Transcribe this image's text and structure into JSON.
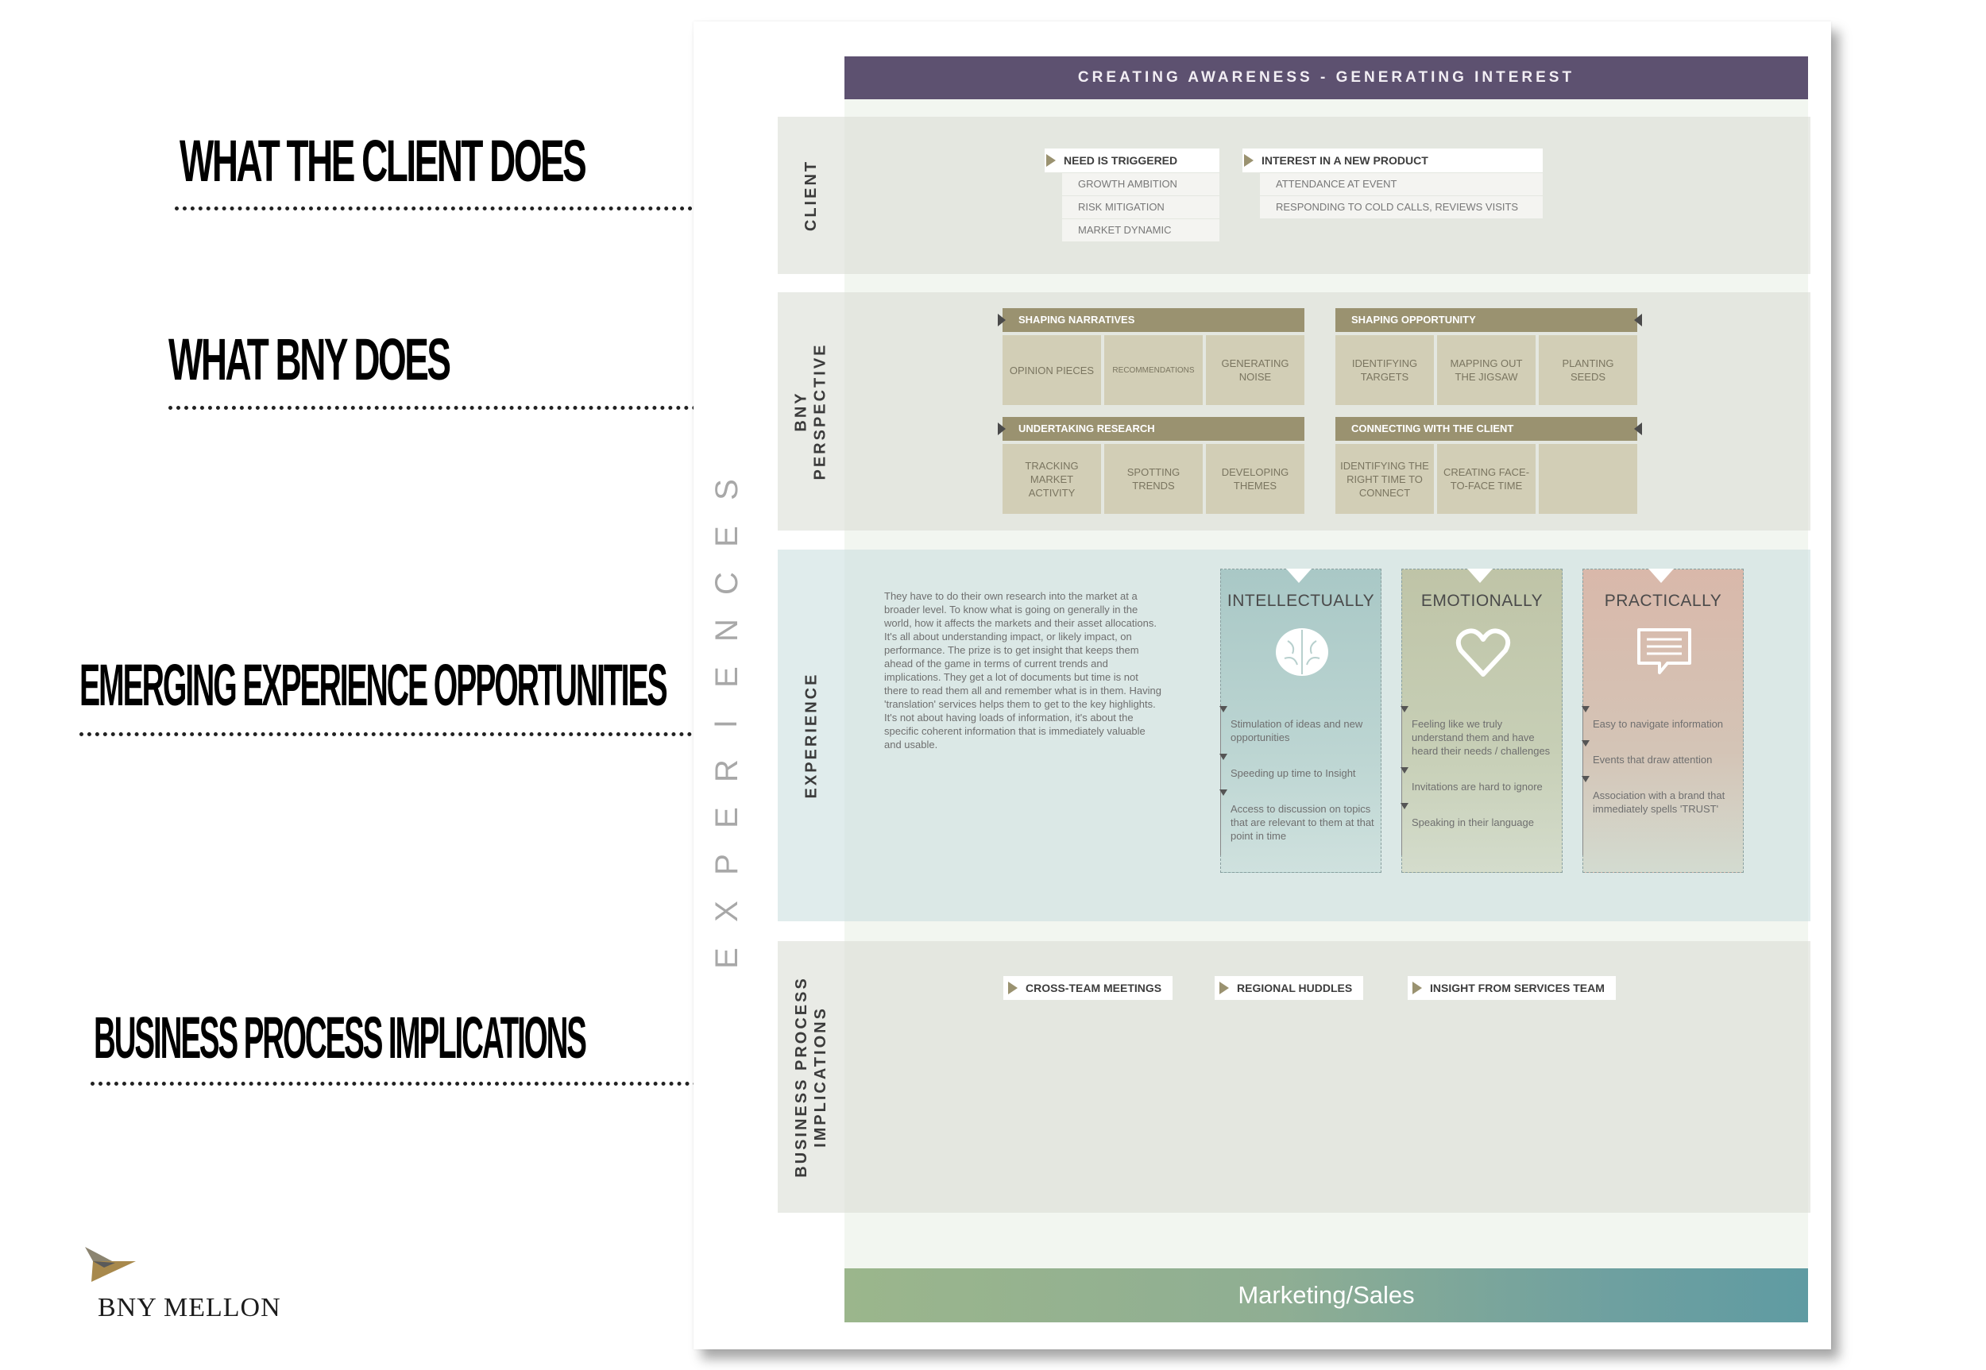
{
  "annotations": [
    {
      "label": "WHAT THE CLIENT DOES"
    },
    {
      "label": "WHAT BNY  DOES"
    },
    {
      "label": "EMERGING EXPERIENCE OPPORTUNITIES"
    },
    {
      "label": "BUSINESS PROCESS IMPLICATIONS"
    }
  ],
  "logo": {
    "text": "BNY MELLON"
  },
  "doc": {
    "side_label": [
      "E",
      "X",
      "P",
      "E",
      "R",
      "I",
      "E",
      "N",
      "C",
      "E",
      "S"
    ],
    "header": "CREATING AWARENESS - GENERATING INTEREST",
    "lanes": {
      "client": "CLIENT",
      "bny_1": "BNY",
      "bny_2": "PERSPECTIVE",
      "experience": "EXPERIENCE",
      "bp_1": "BUSINESS PROCESS",
      "bp_2": "IMPLICATIONS"
    },
    "client": {
      "triggers": [
        {
          "title": "NEED IS TRIGGERED",
          "items": [
            "GROWTH AMBITION",
            "RISK MITIGATION",
            "MARKET DYNAMIC"
          ]
        },
        {
          "title": "INTEREST IN A NEW PRODUCT",
          "items": [
            "ATTENDANCE AT EVENT",
            "RESPONDING TO COLD CALLS, REVIEWS VISITS"
          ]
        }
      ]
    },
    "perspective": {
      "blocks": [
        {
          "title": "SHAPING NARRATIVES",
          "cells": [
            "OPINION PIECES",
            "RECOMMENDATIONS",
            "GENERATING NOISE"
          ]
        },
        {
          "title": "SHAPING OPPORTUNITY",
          "cells": [
            "IDENTIFYING TARGETS",
            "MAPPING OUT THE JIGSAW",
            "PLANTING SEEDS"
          ]
        },
        {
          "title": "UNDERTAKING RESEARCH",
          "cells": [
            "TRACKING MARKET ACTIVITY",
            "SPOTTING TRENDS",
            "DEVELOPING THEMES"
          ]
        },
        {
          "title": "CONNECTING WITH THE CLIENT",
          "cells": [
            "IDENTIFYING THE RIGHT TIME TO CONNECT",
            "CREATING FACE-TO-FACE TIME",
            ""
          ]
        }
      ]
    },
    "experience": {
      "text": "They have to do their own research into the market at a broader level. To know what is going on generally in the world, how it affects the markets and their asset allocations. It's all about understanding impact, or likely impact, on performance. The prize is to get insight that keeps them ahead of the game in terms of current trends and implications. They get a lot of documents but time is not there to read them all and remember what is in them. Having 'translation' services helps them to get to the key highlights. It's not about having loads of information, it's about the specific coherent information that is immediately valuable and usable.",
      "cards": [
        {
          "title": "INTELLECTUALLY",
          "icon": "brain-icon",
          "color": "#b9d2d0",
          "items": [
            "Stimulation of ideas and new opportunities",
            "Speeding up time to Insight",
            "Access to discussion on topics that are relevant to them at that point in time"
          ]
        },
        {
          "title": "EMOTIONALLY",
          "icon": "heart-icon",
          "color": "#c3cbb4",
          "items": [
            "Feeling like we truly understand them and have heard their needs / challenges",
            "Invitations are hard to ignore",
            "Speaking in their language"
          ]
        },
        {
          "title": "PRACTICALLY",
          "icon": "speech-bubble-icon",
          "color": "#dcc2b6",
          "items": [
            "Easy to navigate information",
            "Events that draw attention",
            "Association with a brand that immediately spells 'TRUST'"
          ]
        }
      ]
    },
    "business_process": [
      "CROSS-TEAM MEETINGS",
      "REGIONAL HUDDLES",
      "INSIGHT FROM SERVICES TEAM"
    ],
    "footer": "Marketing/Sales",
    "colors": {
      "header": "#5d5170",
      "accent": "#9a9270",
      "footer_start": "#9bb68c",
      "footer_end": "#5f9ba2"
    }
  }
}
